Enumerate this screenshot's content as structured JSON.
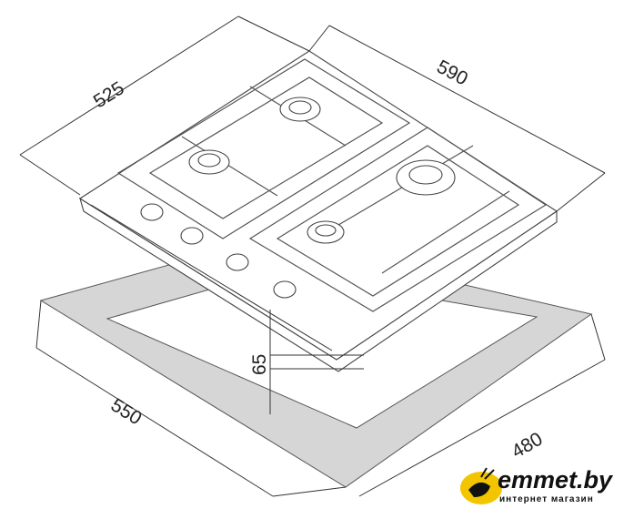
{
  "title": "Gas hob installation dimensions",
  "dimensions": {
    "hob_depth": "525",
    "hob_width": "590",
    "cutout_width": "550",
    "cutout_depth": "480",
    "embed_height": "65"
  },
  "logo": {
    "brand": "emmet.by",
    "tagline": "интернет магазин",
    "color": "#f2c500"
  },
  "colors": {
    "cutout_fill": "#d6d6d6",
    "line": "#333333"
  }
}
